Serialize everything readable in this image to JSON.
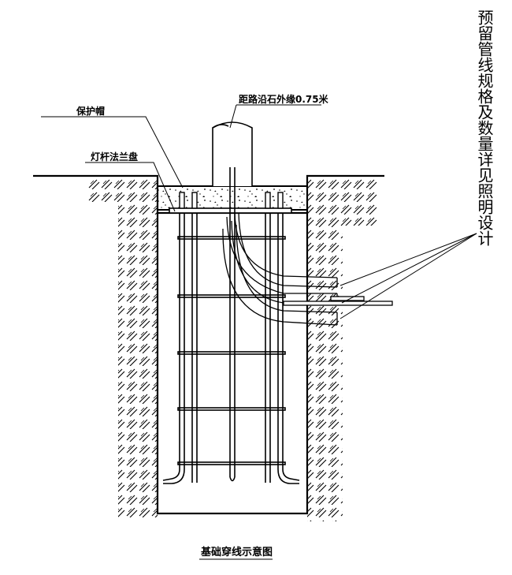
{
  "labels": {
    "distance_note": "距路沿石外缘0.75米",
    "protective_cap": "保护帽",
    "flange_plate": "灯杆法兰盘",
    "conduit_note": "预留管线规格及数量详见照明设计",
    "caption": "基础穿线示意图"
  }
}
